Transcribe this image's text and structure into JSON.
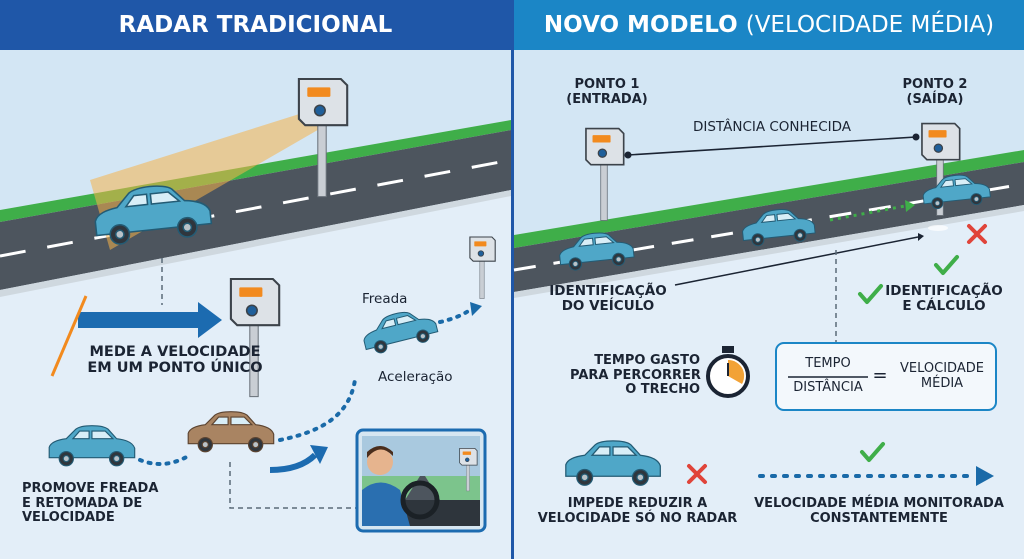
{
  "left_panel": {
    "title": "RADAR TRADICIONAL",
    "measure_text": [
      "MEDE A VELOCIDADE",
      "EM UM PONTO ÚNICO"
    ],
    "brake_label": "Freada",
    "accel_label": "Aceleração",
    "effect_text": [
      "PROMOVE FREADA",
      "E RETOMADA DE",
      "VELOCIDADE"
    ]
  },
  "right_panel": {
    "title_bold": "NOVO MODELO",
    "title_rest": "(VELOCIDADE MÉDIA)",
    "point1": [
      "PONTO 1",
      "(ENTRADA)"
    ],
    "point2": [
      "PONTO 2",
      "(SAÍDA)"
    ],
    "distance_label": "DISTÂNCIA CONHECIDA",
    "identification": [
      "IDENTIFICAÇÃO",
      "DO VEÍCULO"
    ],
    "identification_calc": [
      "IDENTIFICAÇÃO",
      "E CÁLCULO"
    ],
    "time_label": [
      "TEMPO GASTO",
      "PARA PERCORRER",
      "O TRECHO"
    ],
    "formula": {
      "numerator": "TEMPO",
      "denominator": "DISTÂNCIA",
      "equals": "=",
      "result": [
        "VELOCIDADE",
        "MÉDIA"
      ]
    },
    "no_reduce": [
      "IMPEDE REDUZIR A",
      "VELOCIDADE SÓ NO RADAR"
    ],
    "monitored": [
      "VELOCIDADE MÉDIA MONITORADA",
      "CONSTANTEMENTE"
    ]
  },
  "colors": {
    "header_left": "#1f57a8",
    "header_right": "#1b86c6",
    "sky": "#dcebf6",
    "road": "#4d555e",
    "grass": "#3fae49",
    "car_blue": "#4fa7c8",
    "car_brown": "#a98462",
    "arrow_blue": "#1c6bb0",
    "dot_blue": "#1a6aa8",
    "check_green": "#3fae49",
    "cross_red": "#e0443a",
    "timer_orange": "#f2a236"
  },
  "icons": [
    "speed-camera-icon",
    "car-icon",
    "stopwatch-icon",
    "check-icon",
    "cross-icon",
    "driver-icon"
  ]
}
